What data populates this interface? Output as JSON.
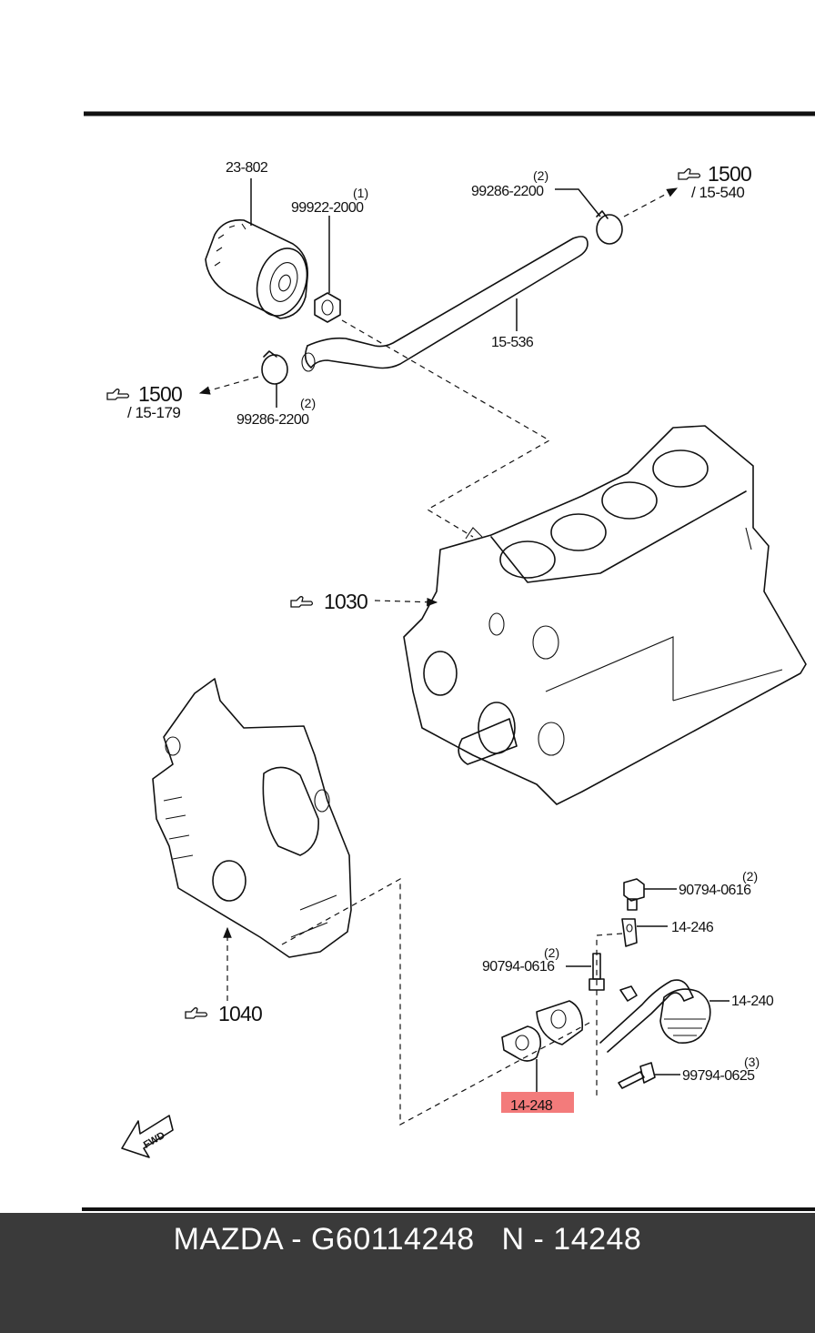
{
  "parts": {
    "oil_filter": "23-802",
    "nut": "99922-2000",
    "nut_qty": "(1)",
    "clamp_upper": "99286-2200",
    "clamp_upper_qty": "(2)",
    "hose": "15-536",
    "clamp_lower": "99286-2200",
    "clamp_lower_qty": "(2)",
    "bolt_top": "90794-0616",
    "bolt_top_qty": "(2)",
    "bracket": "14-246",
    "bolt_mid": "90794-0616",
    "bolt_mid_qty": "(2)",
    "strainer": "14-240",
    "bolt_low": "99794-0625",
    "bolt_low_qty": "(3)",
    "gasket": "14-248"
  },
  "refs": {
    "upper_right": "1500",
    "upper_right_sub": "/ 15-540",
    "left": "1500",
    "left_sub": "/ 15-179",
    "block": "1030",
    "cover": "1040"
  },
  "fwd_label": "FWD",
  "highlight_color": "#f26d6d",
  "footer": {
    "text": "MAZDA - G60114248   N - 14248"
  }
}
